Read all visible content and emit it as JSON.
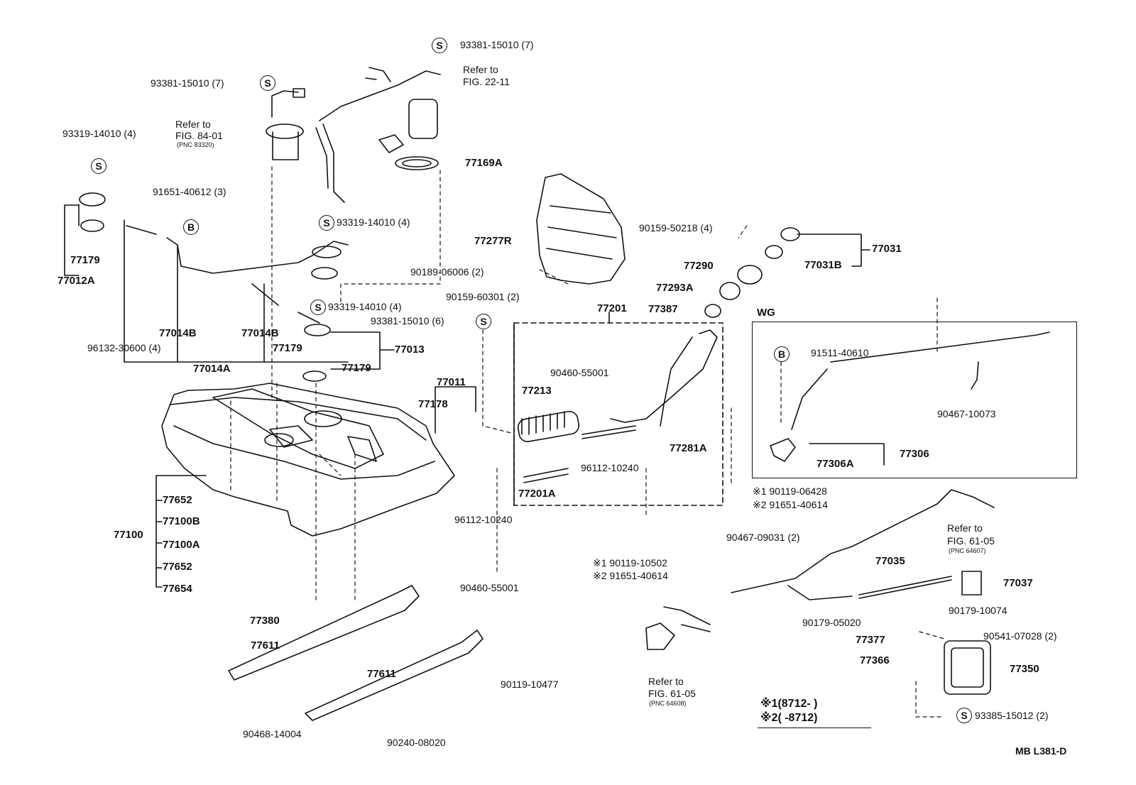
{
  "diagram_id": "MB L381-D",
  "circle_marks": {
    "s": "S",
    "b": "B"
  },
  "labels": {
    "p1": "93381-15010 (7)",
    "p2": "Refer to",
    "p3": "FIG. 22-11",
    "p4": "93381-15010 (7)",
    "p5": "Refer to",
    "p6": "FIG. 84-01",
    "p6pnc": "(PNC 83320)",
    "p7": "93319-14010 (4)",
    "p8": "77169A",
    "p9": "91651-40612 (3)",
    "p10": "93319-14010 (4)",
    "p11": "77277R",
    "p12": "90159-50218 (4)",
    "p13": "77031",
    "p14": "77290",
    "p15": "77031B",
    "p16": "77179",
    "p17": "77012A",
    "p18": "90189-06006 (2)",
    "p19": "77293A",
    "p20": "90159-60301 (2)",
    "p21": "77201",
    "p22": "77387",
    "p23": "93319-14010 (4)",
    "p24": "93381-15010 (6)",
    "p25": "WG",
    "p26": "77014B",
    "p27": "77014B",
    "p28": "96132-30600 (4)",
    "p29": "77179",
    "p30": "77013",
    "p31": "91511-40610",
    "p32": "77014A",
    "p33": "77179",
    "p34": "90460-55001",
    "p35": "77011",
    "p36": "77213",
    "p37": "90467-10073",
    "p38": "77178",
    "p39": "77281A",
    "p40": "77306",
    "p41": "77306A",
    "p42": "96112-10240",
    "p43": "77652",
    "p44": "77201A",
    "p45": "※1 90119-06428",
    "p46": "※2 91651-40614",
    "p47": "77100B",
    "p48": "96112-10240",
    "p49": "Refer to",
    "p50": "FIG. 61-05",
    "p50pnc": "(PNC 64607)",
    "p51": "77100",
    "p52": "77100A",
    "p53": "90467-09031 (2)",
    "p54": "77652",
    "p55": "※1 90119-10502",
    "p56": "※2 91651-40614",
    "p57": "77035",
    "p58": "77654",
    "p59": "90460-55001",
    "p60": "77037",
    "p61": "90179-10074",
    "p62": "77380",
    "p63": "90179-05020",
    "p64": "90541-07028 (2)",
    "p65": "77377",
    "p66": "77611",
    "p67": "77366",
    "p68": "77350",
    "p69": "77611",
    "p70": "90119-10477",
    "p71": "Refer to",
    "p72": "FIG. 61-05",
    "p72pnc": "(PNC 64608)",
    "p73": "93385-15012 (2)",
    "p74": "90468-14004",
    "p75": "90240-08020"
  },
  "legend": {
    "row1": "※1(8712-      )",
    "row2": "※2(      -8712)"
  }
}
